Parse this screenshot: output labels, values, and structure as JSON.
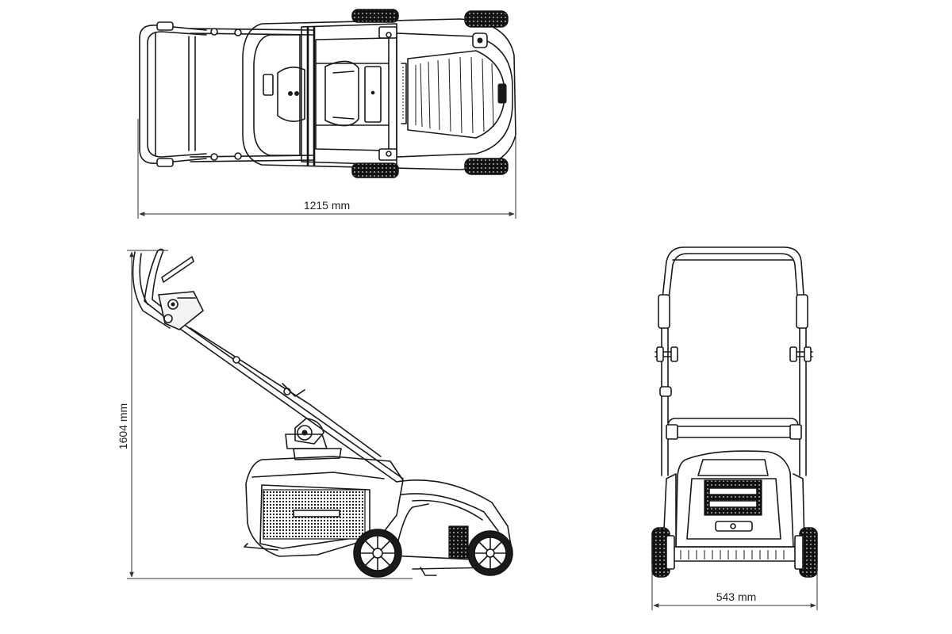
{
  "dimensions": {
    "length": "1215 mm",
    "height": "1604 mm",
    "width": "543 mm"
  },
  "colors": {
    "line": "#1a1a1a",
    "background": "#ffffff"
  }
}
